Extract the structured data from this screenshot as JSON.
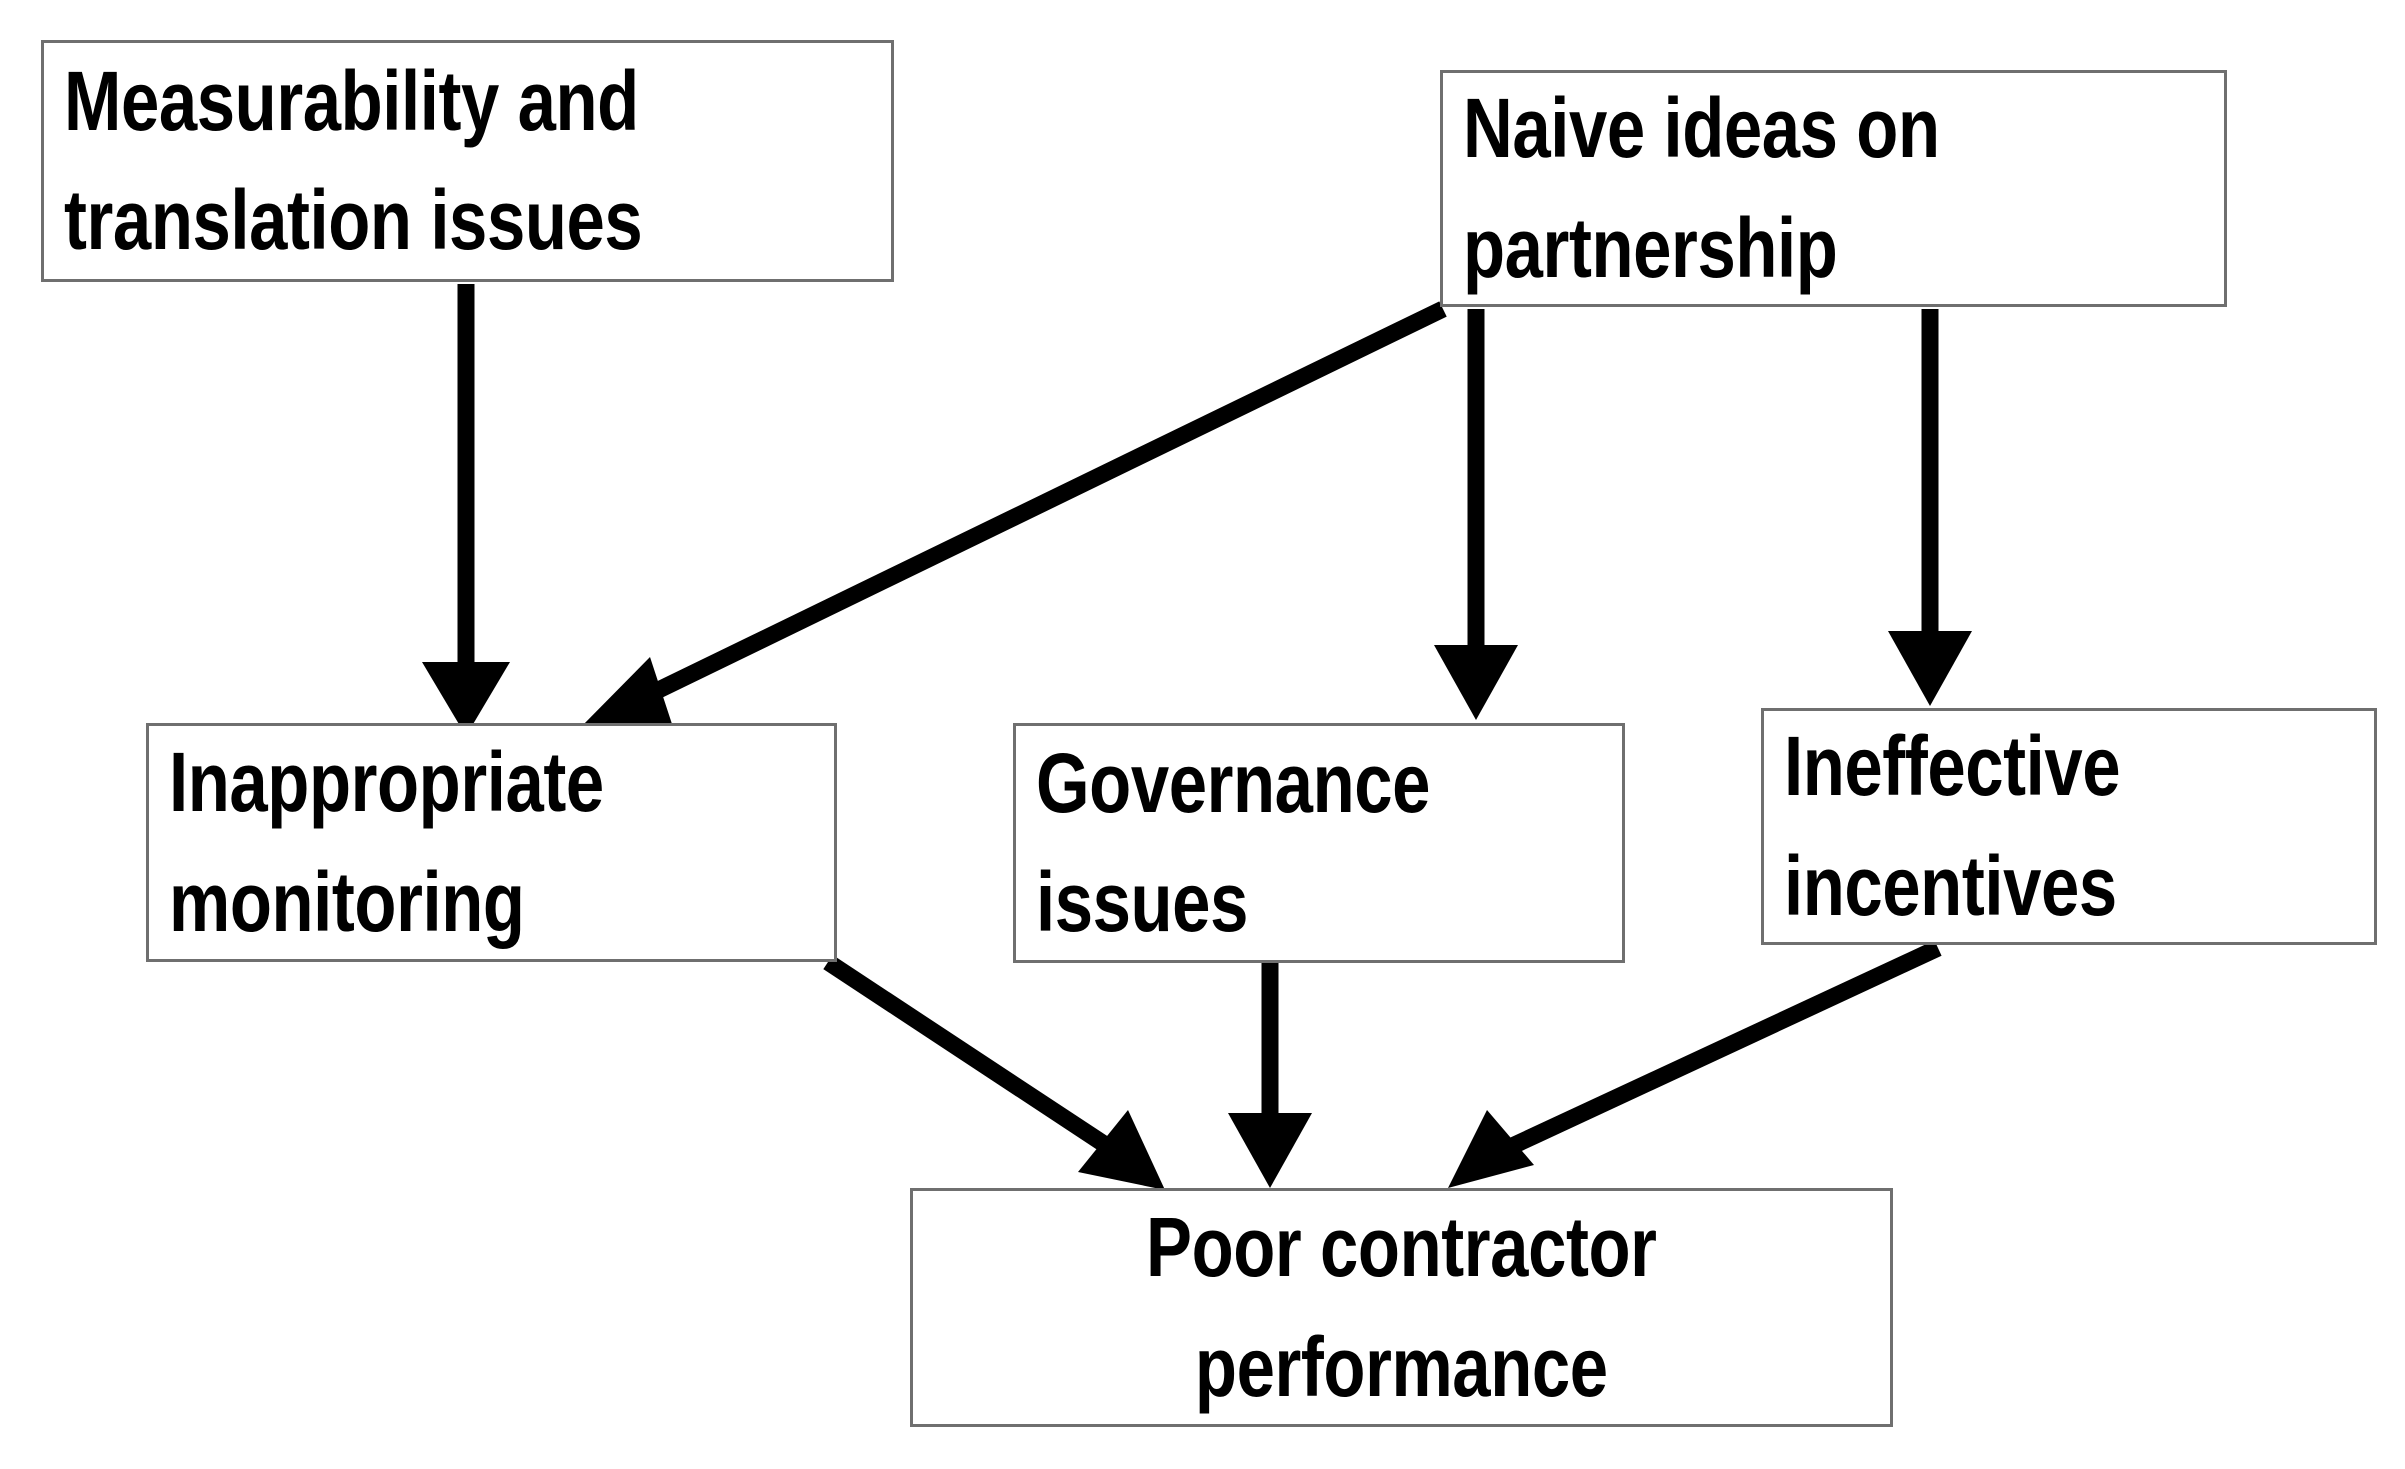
{
  "diagram": {
    "type": "flowchart",
    "title": "",
    "background_color": "#ffffff",
    "box_border_color": "#6f6f6f",
    "arrow_color": "#000000",
    "text_color": "#000000",
    "nodes": [
      {
        "id": "measurability",
        "label": "Measurability and\ntranslation issues",
        "row": "top",
        "align": "left"
      },
      {
        "id": "naive",
        "label": "Naive ideas on\npartnership",
        "row": "top",
        "align": "left"
      },
      {
        "id": "monitoring",
        "label": "Inappropriate\nmonitoring",
        "row": "middle",
        "align": "left"
      },
      {
        "id": "governance",
        "label": "Governance\nissues",
        "row": "middle",
        "align": "left"
      },
      {
        "id": "incentives",
        "label": "Ineffective\nincentives",
        "row": "middle",
        "align": "left"
      },
      {
        "id": "poor",
        "label": "Poor contractor\nperformance",
        "row": "bottom",
        "align": "center"
      }
    ],
    "edges": [
      {
        "id": "e1",
        "from": "measurability",
        "to": "monitoring",
        "style": "straight-vertical"
      },
      {
        "id": "e2",
        "from": "naive",
        "to": "monitoring",
        "style": "diagonal-left"
      },
      {
        "id": "e3",
        "from": "naive",
        "to": "governance",
        "style": "straight-vertical"
      },
      {
        "id": "e4",
        "from": "naive",
        "to": "incentives",
        "style": "straight-vertical"
      },
      {
        "id": "e5",
        "from": "monitoring",
        "to": "poor",
        "style": "diagonal-right"
      },
      {
        "id": "e6",
        "from": "governance",
        "to": "poor",
        "style": "straight-vertical"
      },
      {
        "id": "e7",
        "from": "incentives",
        "to": "poor",
        "style": "diagonal-left"
      }
    ]
  }
}
